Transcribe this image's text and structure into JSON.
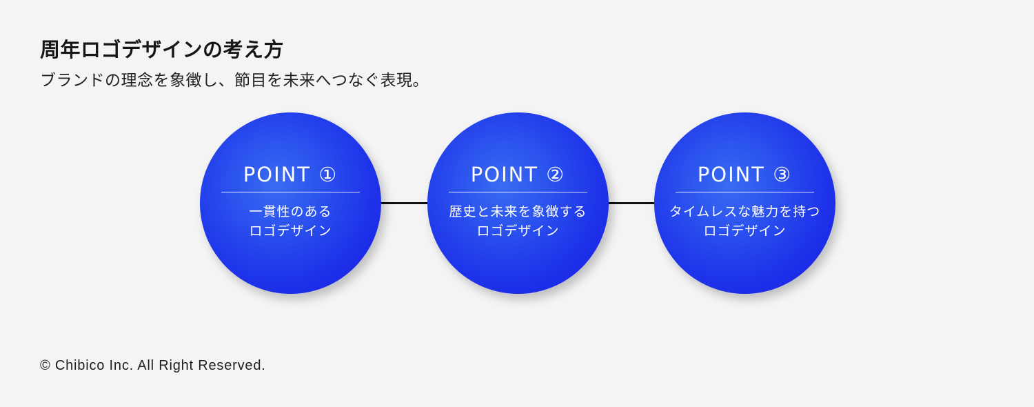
{
  "header": {
    "title": "周年ロゴデザインの考え方",
    "subtitle": "ブランドの理念を象徴し、節目を未来へつなぐ表現。"
  },
  "diagram": {
    "colors": {
      "circle_light": "#3a6cf2",
      "circle_dark": "#1820dc",
      "connector": "#111111",
      "background": "#f4f4f4",
      "text_on_circle": "#ffffff"
    },
    "points": [
      {
        "label": "POINT ①",
        "line1": "一貫性のある",
        "line2": "ロゴデザイン"
      },
      {
        "label": "POINT ②",
        "line1": "歴史と未来を象徴する",
        "line2": "ロゴデザイン"
      },
      {
        "label": "POINT ③",
        "line1": "タイムレスな魅力を持つ",
        "line2": "ロゴデザイン"
      }
    ]
  },
  "footer": {
    "copyright": "© Chibico Inc. All Right Reserved."
  }
}
